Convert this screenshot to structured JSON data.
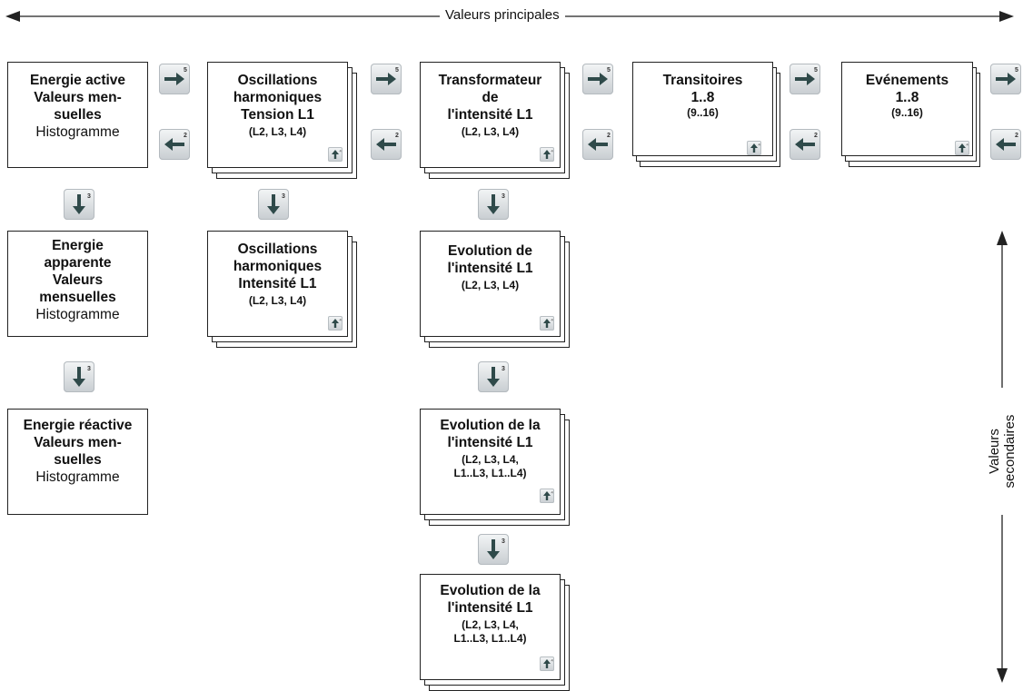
{
  "axes": {
    "horizontal_label": "Valeurs principales",
    "vertical_label": "Valeurs secondaires"
  },
  "boxes": {
    "energie_active": {
      "title": "Energie active",
      "line2": "Valeurs men-",
      "line3": "suelles",
      "line4": "Histogramme"
    },
    "energie_apparente": {
      "line1": "Energie",
      "line2": "apparente",
      "line3": "Valeurs",
      "line4": "mensuelles",
      "line5": "Histogramme"
    },
    "energie_reactive": {
      "title": "Energie réactive",
      "line2": "Valeurs men-",
      "line3": "suelles",
      "line4": "Histogramme"
    },
    "osc_tension": {
      "line1": "Oscillations",
      "line2": "harmoniques",
      "line3": "Tension L1",
      "sub": "(L2, L3, L4)"
    },
    "osc_intensite": {
      "line1": "Oscillations",
      "line2": "harmoniques",
      "line3": "Intensité L1",
      "sub": "(L2, L3, L4)"
    },
    "transformateur": {
      "line1": "Transformateur",
      "line2": "de",
      "line3": "l'intensité L1",
      "sub": "(L2, L3, L4)"
    },
    "evolution_1": {
      "line1": "Evolution de",
      "line2": "l'intensité L1",
      "sub": "(L2, L3, L4)"
    },
    "evolution_2": {
      "line1": "Evolution de la",
      "line2": "l'intensité L1",
      "sub1": "(L2, L3, L4,",
      "sub2": "L1..L3, L1..L4)"
    },
    "evolution_3": {
      "line1": "Evolution de la",
      "line2": "l'intensité L1",
      "sub1": "(L2, L3, L4,",
      "sub2": "L1..L3, L1..L4)"
    },
    "transitoires": {
      "line1": "Transitoires",
      "line2": "1..8",
      "sub": "(9..16)"
    },
    "evenements": {
      "line1": "Evénements",
      "line2": "1..8",
      "sub": "(9..16)"
    }
  },
  "keys": {
    "right_number": "5",
    "left_number": "2",
    "down_number": "3",
    "up_number": "4"
  },
  "colors": {
    "arrow": "#2f4a4a",
    "line": "#222222"
  }
}
